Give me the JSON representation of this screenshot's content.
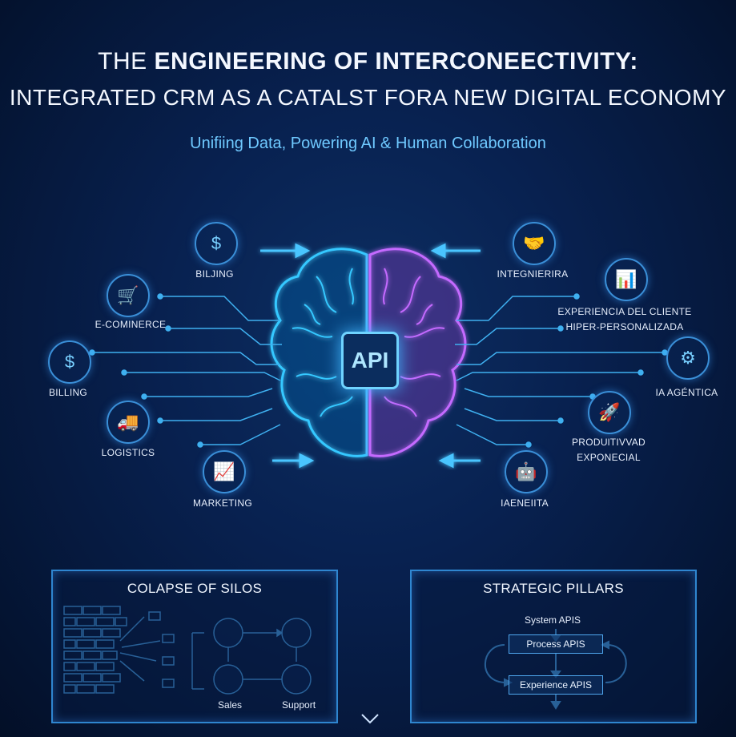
{
  "header": {
    "title_prefix": "THE ",
    "title_bold": "ENGINEERING OF INTERCONEECTIVITY:",
    "title_line2": "INTEGRATED CRM AS A CATALST FORA NEW DIGITAL ECONOMY",
    "subtitle": "Unifiing Data, Powering AI & Human Collaboration"
  },
  "center": {
    "api_label": "API"
  },
  "left_nodes": [
    {
      "label": "BILJING",
      "icon": "dollar-icon"
    },
    {
      "label": "E-COMINERCE",
      "icon": "shopping-cart-icon"
    },
    {
      "label": "BILLING",
      "icon": "coin-icon"
    },
    {
      "label": "LOGISTICS",
      "icon": "truck-icon"
    },
    {
      "label": "MARKETING",
      "icon": "growth-chart-icon"
    }
  ],
  "right_nodes": [
    {
      "label": "INTEGNIERIRA",
      "icon": "handshake-icon"
    },
    {
      "label_line1": "EXPERIENCIA DEL CLIENTE",
      "label_line2": "HIPER-PERSONALIZADA",
      "icon": "bar-chart-icon"
    },
    {
      "label": "IA AGÉNTICA",
      "icon": "gears-icon"
    },
    {
      "label_line1": "PRODUlTIVVAD",
      "label_line2": "EXPONECIAL",
      "icon": "rocket-icon"
    },
    {
      "label": "IAENEIITA",
      "icon": "robot-icon"
    }
  ],
  "silos_panel": {
    "title": "COLAPSE OF SILOS",
    "sales_label": "Sales",
    "support_label": "Support"
  },
  "pillars_panel": {
    "title": "STRATEGIC PILLARS",
    "system": "System APIS",
    "process": "Process APIS",
    "experience": "Experience APIS"
  },
  "colors": {
    "left_brain": "#34c8ff",
    "right_brain": "#c46bff",
    "accent": "#4fb3ff"
  }
}
